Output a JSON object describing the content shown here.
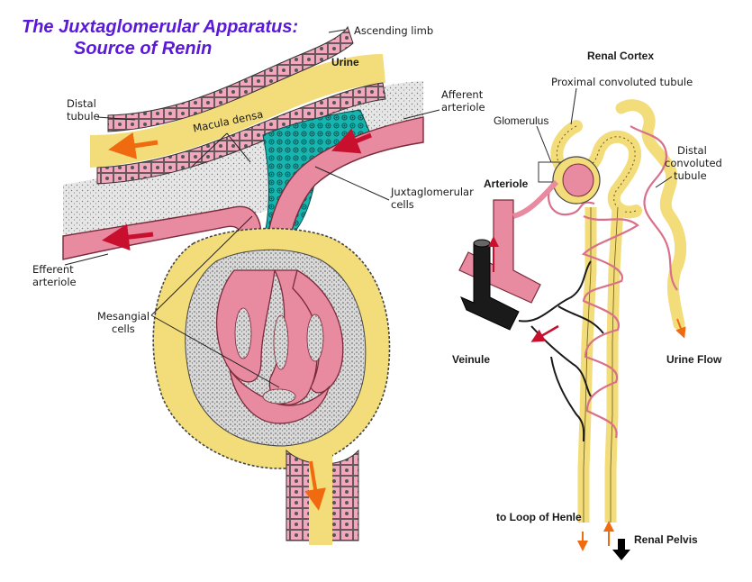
{
  "title": {
    "line1": "The Juxtaglomerular Apparatus:",
    "line2": "Source of Renin"
  },
  "left_diagram": {
    "labels": {
      "ascending_limb": "Ascending limb",
      "urine": "Urine",
      "distal_tubule_1": "Distal",
      "distal_tubule_2": "tubule",
      "macula_densa": "Macula densa",
      "afferent_arteriole_1": "Afferent",
      "afferent_arteriole_2": "arteriole",
      "juxtaglomerular_cells_1": "Juxtaglomerular",
      "juxtaglomerular_cells_2": "cells",
      "efferent_arteriole_1": "Efferent",
      "efferent_arteriole_2": "arteriole",
      "mesangial_cells_1": "Mesangial",
      "mesangial_cells_2": "cells"
    }
  },
  "right_diagram": {
    "labels": {
      "renal_cortex": "Renal Cortex",
      "proximal_convoluted_tubule": "Proximal  convoluted  tubule",
      "glomerulus": "Glomerulus",
      "distal_convoluted_tubule_1": "Distal",
      "distal_convoluted_tubule_2": "convoluted",
      "distal_convoluted_tubule_3": "tubule",
      "arteriole": "Arteriole",
      "venule": "Veinule",
      "urine_flow": "Urine Flow",
      "to_loop_of_henle": "to Loop of Henle",
      "renal_pelvis": "Renal Pelvis"
    }
  },
  "colors": {
    "title": "#5a18d8",
    "tubule_yellow": "#f3dc7a",
    "vessel_pink": "#e88aa0",
    "jg_cells_teal": "#17b5b0",
    "arrow_orange": "#f06a10",
    "arrow_red": "#c8102e",
    "venule_black": "#1a1a1a"
  }
}
